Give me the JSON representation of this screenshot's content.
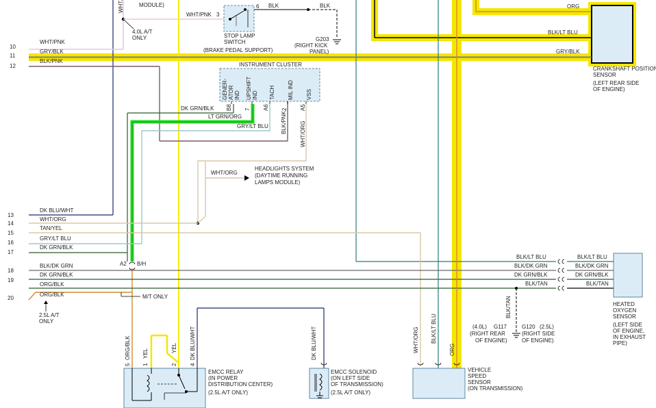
{
  "pins": [
    "10",
    "11",
    "12",
    "13",
    "14",
    "15",
    "16",
    "17",
    "18",
    "19",
    "20"
  ],
  "wires": {
    "wht_pnk": "WHT/PNK",
    "gry_blk": "GRY/BLK",
    "blk_pnk": "BLK/PNK",
    "dk_blu_wht": "DK BLU/WHT",
    "wht_org": "WHT/ORG",
    "tan_yel": "TAN/YEL",
    "gry_lt_blu": "GRY/LT BLU",
    "dk_grn_blk": "DK GRN/BLK",
    "blk_dk_grn": "BLK/DK GRN",
    "org_blk": "ORG/BLK",
    "org": "ORG",
    "blk_lt_blu": "BLK/LT BLU",
    "blk": "BLK",
    "lt_grn_org": "LT GRN/ORG",
    "blk_tan": "BLK/TAN",
    "yel": "YEL",
    "blk_lt_blu_v": "BLK/LT BLU"
  },
  "labels": {
    "module_top": "MODULE)",
    "ac_40l": "4.0L A/T",
    "ac_only": "ONLY",
    "stop_lamp_1": "STOP LAMP",
    "stop_lamp_2": "SWITCH",
    "stop_lamp_3": "(BRAKE PEDAL SUPPORT)",
    "g203": "G203",
    "right_kick_1": "(RIGHT KICK",
    "right_kick_2": "PANEL)",
    "pin3": "3",
    "pin6": "6",
    "instrument_cluster": "INSTRUMENT CLUSTER",
    "gen_1": "GENER-",
    "gen_2": "ATOR",
    "gen_3": "IND",
    "ups_1": "UPSHIFT",
    "ups_2": "IND",
    "tach": "TACH",
    "mil": "MIL IND",
    "vss": "VSS",
    "pin_b8": "B8",
    "pin_7": "7",
    "pin_a6": "A6",
    "pin_2": "2",
    "pin_a5": "A5",
    "crank_1": "CRANKSHAFT POSITION",
    "crank_2": "SENSOR",
    "crank_3": "(LEFT REAR SIDE",
    "crank_4": "OF ENGINE)",
    "headlights_1": "HEADLIGHTS SYSTEM",
    "headlights_2": "(DAYTIME RUNNING",
    "headlights_3": "LAMPS MODULE)",
    "a2": "A2",
    "bh": "B/H",
    "mt_only": "M/T ONLY",
    "l25_1": "2.5L A/T",
    "l25_2": "ONLY",
    "o2_1": "HEATED",
    "o2_2": "OXYGEN",
    "o2_3": "SENSOR",
    "o2_4": "(LEFT SIDE",
    "o2_5": "OF ENGINE,",
    "o2_6": "IN EXHAUST",
    "o2_7": "PIPE)",
    "g117_a": "(4.0L)",
    "g117_b": "G117",
    "g117_c": "(RIGHT REAR",
    "g117_d": "OF ENGINE)",
    "g120_a": "G120",
    "g120_b": "(2.5L)",
    "g120_c": "(RIGHT SIDE",
    "g120_d": "OF ENGINE)",
    "relay_1": "EMCC RELAY",
    "relay_2": "(IN POWER",
    "relay_3": "DISTRIBUTION CENTER)",
    "relay_4": "(2.5L A/T ONLY)",
    "sol_1": "EMCC SOLENOID",
    "sol_2": "(ON LEFT SIDE",
    "sol_3": "OF TRANSMISSION)",
    "sol_4": "(2.5L A/T ONLY)",
    "vss_1": "VEHICLE",
    "vss_2": "SPEED",
    "vss_3": "SENSOR",
    "vss_4": "(ON TRANSMISSION)",
    "r5": "5",
    "r1": "1",
    "r2": "2",
    "r4": "4"
  },
  "colors": {
    "highlight_yellow": "#f5e600",
    "highlight_green": "#22dd22",
    "gry_blk": "#808080",
    "blk_pnk": "#7a5a6a",
    "wht_pnk": "#e8c8d8",
    "dk_blu_wht": "#1a2a6a",
    "tan": "#d8c8a8",
    "gry_lt_blu": "#9acaca",
    "dk_grn": "#2a5a2a",
    "org": "#d48a30",
    "blk_lt_blu": "#2a7a7a",
    "yel": "#f5f000",
    "component_fill": "#dcecf6"
  }
}
